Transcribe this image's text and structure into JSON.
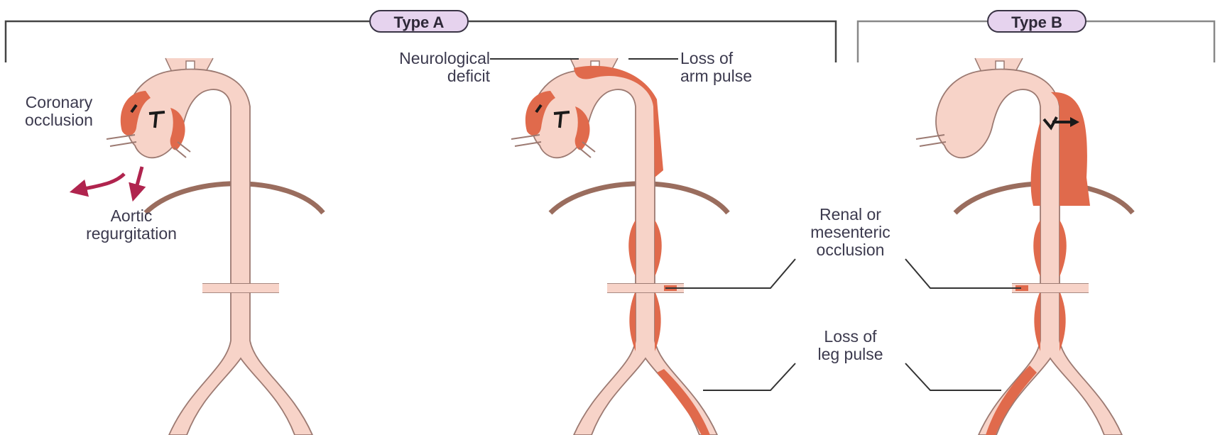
{
  "headers": {
    "type_a": "Type A",
    "type_b": "Type B"
  },
  "labels": {
    "coronary": [
      "Coronary",
      "occlusion"
    ],
    "aortic_regurg": [
      "Aortic",
      "regurgitation"
    ],
    "neuro": [
      "Neurological",
      "deficit"
    ],
    "arm_pulse": [
      "Loss of",
      "arm pulse"
    ],
    "renal": [
      "Renal or",
      "mesenteric",
      "occlusion"
    ],
    "leg_pulse": [
      "Loss of",
      "leg pulse"
    ]
  },
  "colors": {
    "aorta_fill": "#f7d3c8",
    "aorta_outline": "#9c7a72",
    "dissection": "#e06a4c",
    "diaphragm": "#9a6d5e",
    "arrow": "#b0244e",
    "bracket": "#444444",
    "pill_fill": "#e6d3ee"
  }
}
